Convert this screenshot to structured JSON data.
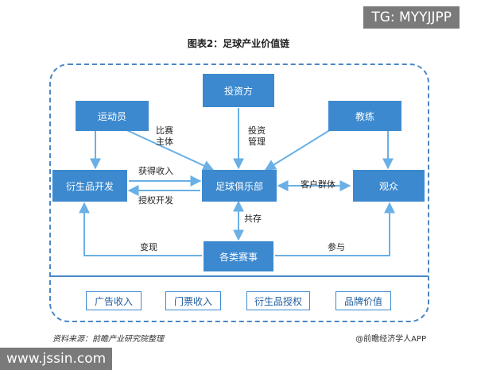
{
  "watermark_top": "TG: MYYJJPP",
  "watermark_bottom": "www.jssin.com",
  "title": "图表2：足球产业价值链",
  "nodes": {
    "investor": "投资方",
    "athlete": "运动员",
    "coach": "教练",
    "derivative_dev": "衍生品开发",
    "club": "足球俱乐部",
    "audience": "观众",
    "events": "各类赛事"
  },
  "edge_labels": {
    "competition_subject": "比赛\n主体",
    "invest_manage": "投资\n管理",
    "gain_income": "获得收入",
    "license_dev": "授权开发",
    "customer_group": "客户群体",
    "coexist": "共存",
    "monetize": "变现",
    "participate": "参与"
  },
  "revenue": [
    "广告收入",
    "门票收入",
    "衍生品授权",
    "品牌价值"
  ],
  "footer": {
    "source": "资料来源：前瞻产业研究院整理",
    "credit": "@前瞻经济学人APP"
  },
  "colors": {
    "node_fill": "#3c89cf",
    "frame": "#4a87c6",
    "arrow": "#6ab0e6"
  }
}
